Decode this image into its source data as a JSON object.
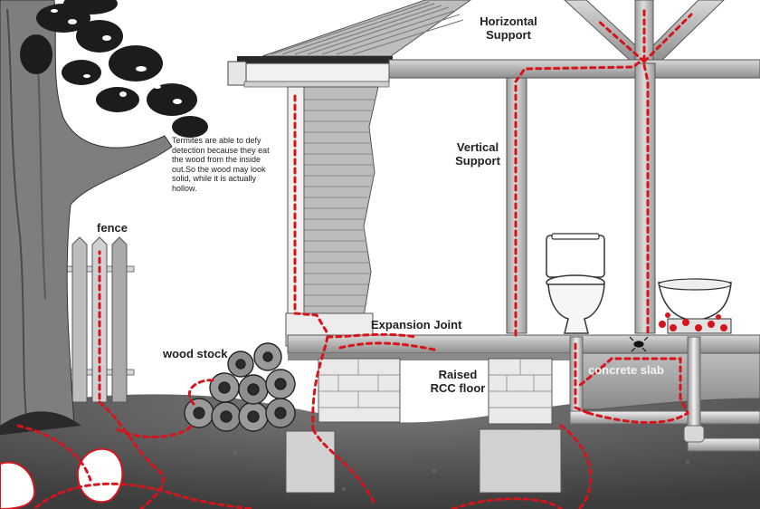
{
  "labels": {
    "horizontal_support": [
      "Horizontal",
      "Support"
    ],
    "vertical_support": [
      "Vertical",
      "Support"
    ],
    "fence": "fence",
    "expansion_joint": "Expansion Joint",
    "wood_stock": "wood stock",
    "raised_rcc_floor": [
      "Raised",
      "RCC floor"
    ],
    "concrete_slab": "concrete slab"
  },
  "note": {
    "lines": [
      "Termites are able to defy",
      "detection because they eat",
      "the wood from the inside",
      "out.So the wood may look",
      "solid, while it is actually",
      "hollow."
    ]
  },
  "colors": {
    "termite_path": "#d6141b",
    "ground": "#5a5a5a",
    "wood": "#c9c9c9",
    "concrete": "#e0e0e0"
  },
  "icons": [
    "tree-icon",
    "fence-icon",
    "log-pile-icon",
    "toilet-icon",
    "sink-icon",
    "pipe-icon",
    "termite-icon"
  ]
}
